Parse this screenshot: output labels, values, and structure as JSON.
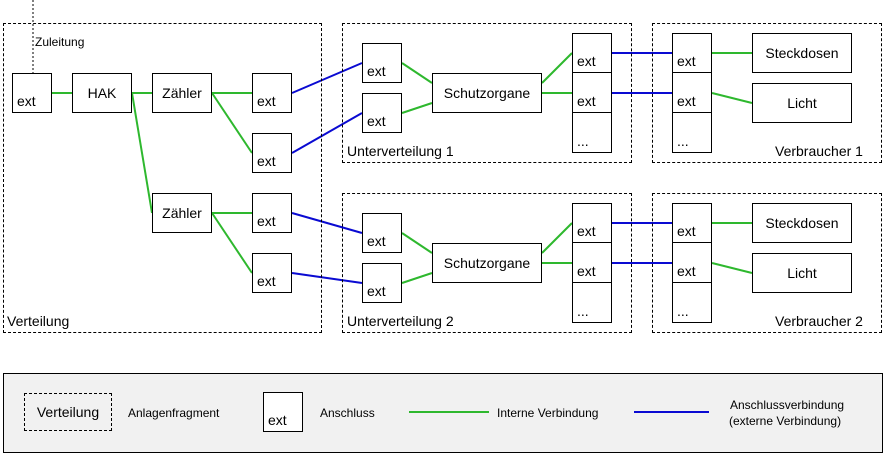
{
  "colors": {
    "internal": "#2eb82e",
    "external": "#0a0ad2",
    "line": "#000000",
    "legend_bg": "#f1f1f1"
  },
  "labels": {
    "zuleitung": "Zuleitung",
    "hak": "HAK",
    "zaehler": "Zähler",
    "ext": "ext",
    "schutzorgane": "Schutzorgane",
    "more": "...",
    "steckdosen": "Steckdosen",
    "licht": "Licht"
  },
  "fragments": {
    "verteilung": "Verteilung",
    "unterverteilung_1": "Unterverteilung 1",
    "unterverteilung_2": "Unterverteilung 2",
    "verbraucher_1": "Verbraucher 1",
    "verbraucher_2": "Verbraucher 2"
  },
  "legend": {
    "fragment_sample": "Verteilung",
    "fragment_label": "Anlagenfragment",
    "ext_sample": "ext",
    "ext_label": "Anschluss",
    "internal_label": "Interne Verbindung",
    "external_label_line1": "Anschlussverbindung",
    "external_label_line2": "(externe Verbindung)"
  }
}
